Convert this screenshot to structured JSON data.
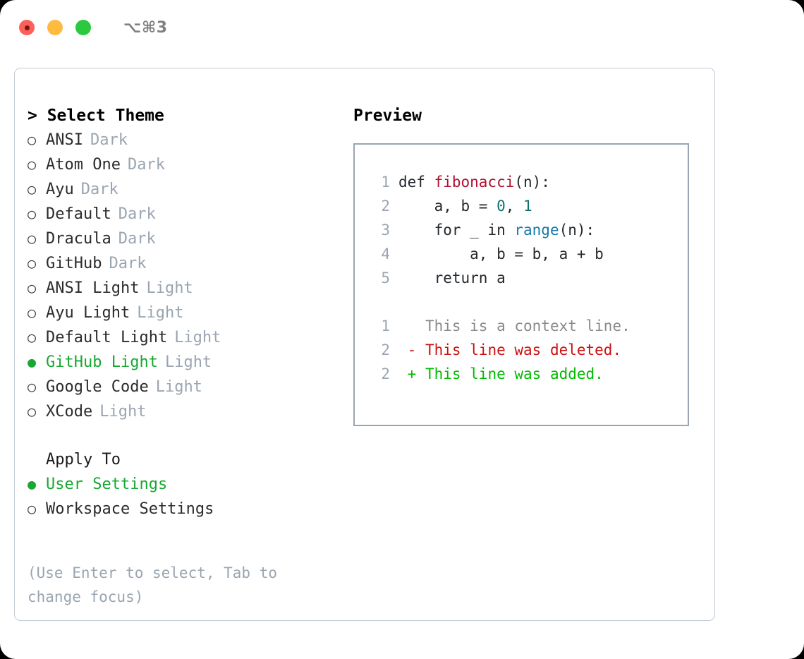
{
  "window": {
    "shortcut": "⌥⌘3",
    "traffic_lights": [
      "close",
      "minimize",
      "maximize"
    ],
    "accent_green": "#16a832",
    "muted_gray": "#9aa5b1"
  },
  "theme_panel": {
    "heading": "> Select Theme",
    "marker_selected": "●",
    "marker_unselected": "○",
    "options": [
      {
        "label": "ANSI",
        "suffix": "Dark",
        "selected": false
      },
      {
        "label": "Atom One",
        "suffix": "Dark",
        "selected": false
      },
      {
        "label": "Ayu",
        "suffix": "Dark",
        "selected": false
      },
      {
        "label": "Default",
        "suffix": "Dark",
        "selected": false
      },
      {
        "label": "Dracula",
        "suffix": "Dark",
        "selected": false
      },
      {
        "label": "GitHub",
        "suffix": "Dark",
        "selected": false
      },
      {
        "label": "ANSI Light",
        "suffix": "Light",
        "selected": false
      },
      {
        "label": "Ayu Light",
        "suffix": "Light",
        "selected": false
      },
      {
        "label": "Default Light",
        "suffix": "Light",
        "selected": false
      },
      {
        "label": "GitHub Light",
        "suffix": "Light",
        "selected": true
      },
      {
        "label": "Google Code",
        "suffix": "Light",
        "selected": false
      },
      {
        "label": "XCode",
        "suffix": "Light",
        "selected": false
      }
    ]
  },
  "apply_to": {
    "heading": "Apply To",
    "options": [
      {
        "label": "User Settings",
        "selected": true
      },
      {
        "label": "Workspace Settings",
        "selected": false
      }
    ]
  },
  "hint": "(Use Enter to select, Tab to change focus)",
  "preview": {
    "heading": "Preview",
    "code_lines": [
      {
        "number": "1",
        "tokens": [
          {
            "text": "def ",
            "type": "kw"
          },
          {
            "text": "fibonacci",
            "type": "fn"
          },
          {
            "text": "(n):",
            "type": "plain"
          }
        ]
      },
      {
        "number": "2",
        "tokens": [
          {
            "text": "    a, b = ",
            "type": "plain"
          },
          {
            "text": "0",
            "type": "num"
          },
          {
            "text": ", ",
            "type": "plain"
          },
          {
            "text": "1",
            "type": "num"
          }
        ]
      },
      {
        "number": "3",
        "tokens": [
          {
            "text": "    for _ in ",
            "type": "kw"
          },
          {
            "text": "range",
            "type": "builtin"
          },
          {
            "text": "(n):",
            "type": "plain"
          }
        ]
      },
      {
        "number": "4",
        "tokens": [
          {
            "text": "        a, b = b, a + b",
            "type": "plain"
          }
        ]
      },
      {
        "number": "5",
        "tokens": [
          {
            "text": "    return a",
            "type": "kw"
          }
        ]
      }
    ],
    "diff_lines": [
      {
        "number": "1",
        "sign": " ",
        "text": "This is a context line.",
        "kind": "context"
      },
      {
        "number": "2",
        "sign": "-",
        "text": "This line was deleted.",
        "kind": "deleted"
      },
      {
        "number": "2",
        "sign": "+",
        "text": "This line was added.",
        "kind": "added"
      }
    ]
  }
}
